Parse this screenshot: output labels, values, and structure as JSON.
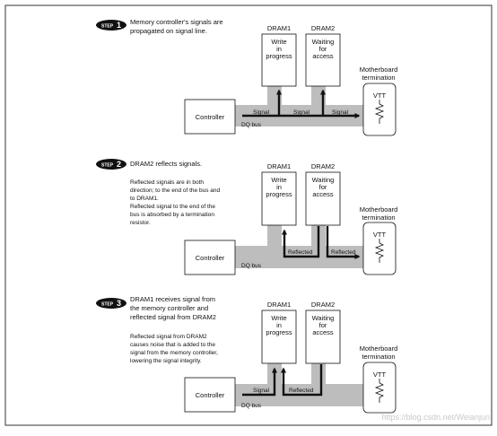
{
  "watermark": "https://blog.csdn.net/Weianjun",
  "steps": [
    {
      "badge_prefix": "STEP",
      "badge_number": "1",
      "heading_lines": [
        "Memory controller's signals are",
        "propagated on signal line."
      ],
      "note_lines": [],
      "dram1_label": "DRAM1",
      "dram1_state": [
        "Write",
        "in",
        "progress"
      ],
      "dram2_label": "DRAM2",
      "dram2_state": [
        "Waiting",
        "for",
        "access"
      ],
      "termination_label": [
        "Motherboard",
        "termination"
      ],
      "vtt": "VTT",
      "controller": "Controller",
      "bus_label": "DQ bus",
      "signal_labels": [
        "Signal",
        "Signal",
        "Signal"
      ]
    },
    {
      "badge_prefix": "STEP",
      "badge_number": "2",
      "heading_lines": [
        "DRAM2 reflects signals."
      ],
      "note_lines": [
        "Reflected signals are in both",
        "direction; to the end of the bus and",
        "to DRAM1.",
        "Reflected signal to the end of the",
        "bus is absorbed by a termination",
        "resistor."
      ],
      "dram1_label": "DRAM1",
      "dram1_state": [
        "Write",
        "in",
        "progress"
      ],
      "dram2_label": "DRAM2",
      "dram2_state": [
        "Waiting",
        "for",
        "access"
      ],
      "termination_label": [
        "Motherboard",
        "termination"
      ],
      "vtt": "VTT",
      "controller": "Controller",
      "bus_label": "DQ bus",
      "signal_labels": [
        "Reflected",
        "Reflected"
      ]
    },
    {
      "badge_prefix": "STEP",
      "badge_number": "3",
      "heading_lines": [
        "DRAM1 receives signal from",
        "the memory controller and",
        "reflected signal from DRAM2"
      ],
      "note_lines": [
        "Reflected signal from DRAM2",
        "causes noise that is added to the",
        "signal from the memory controller,",
        "lowering the signal integrity."
      ],
      "dram1_label": "DRAM1",
      "dram1_state": [
        "Write",
        "in",
        "progress"
      ],
      "dram2_label": "DRAM2",
      "dram2_state": [
        "Waiting",
        "for",
        "access"
      ],
      "termination_label": [
        "Motherboard",
        "termination"
      ],
      "vtt": "VTT",
      "controller": "Controller",
      "bus_label": "DQ bus",
      "signal_labels": [
        "Signal",
        "Reflected"
      ]
    }
  ]
}
